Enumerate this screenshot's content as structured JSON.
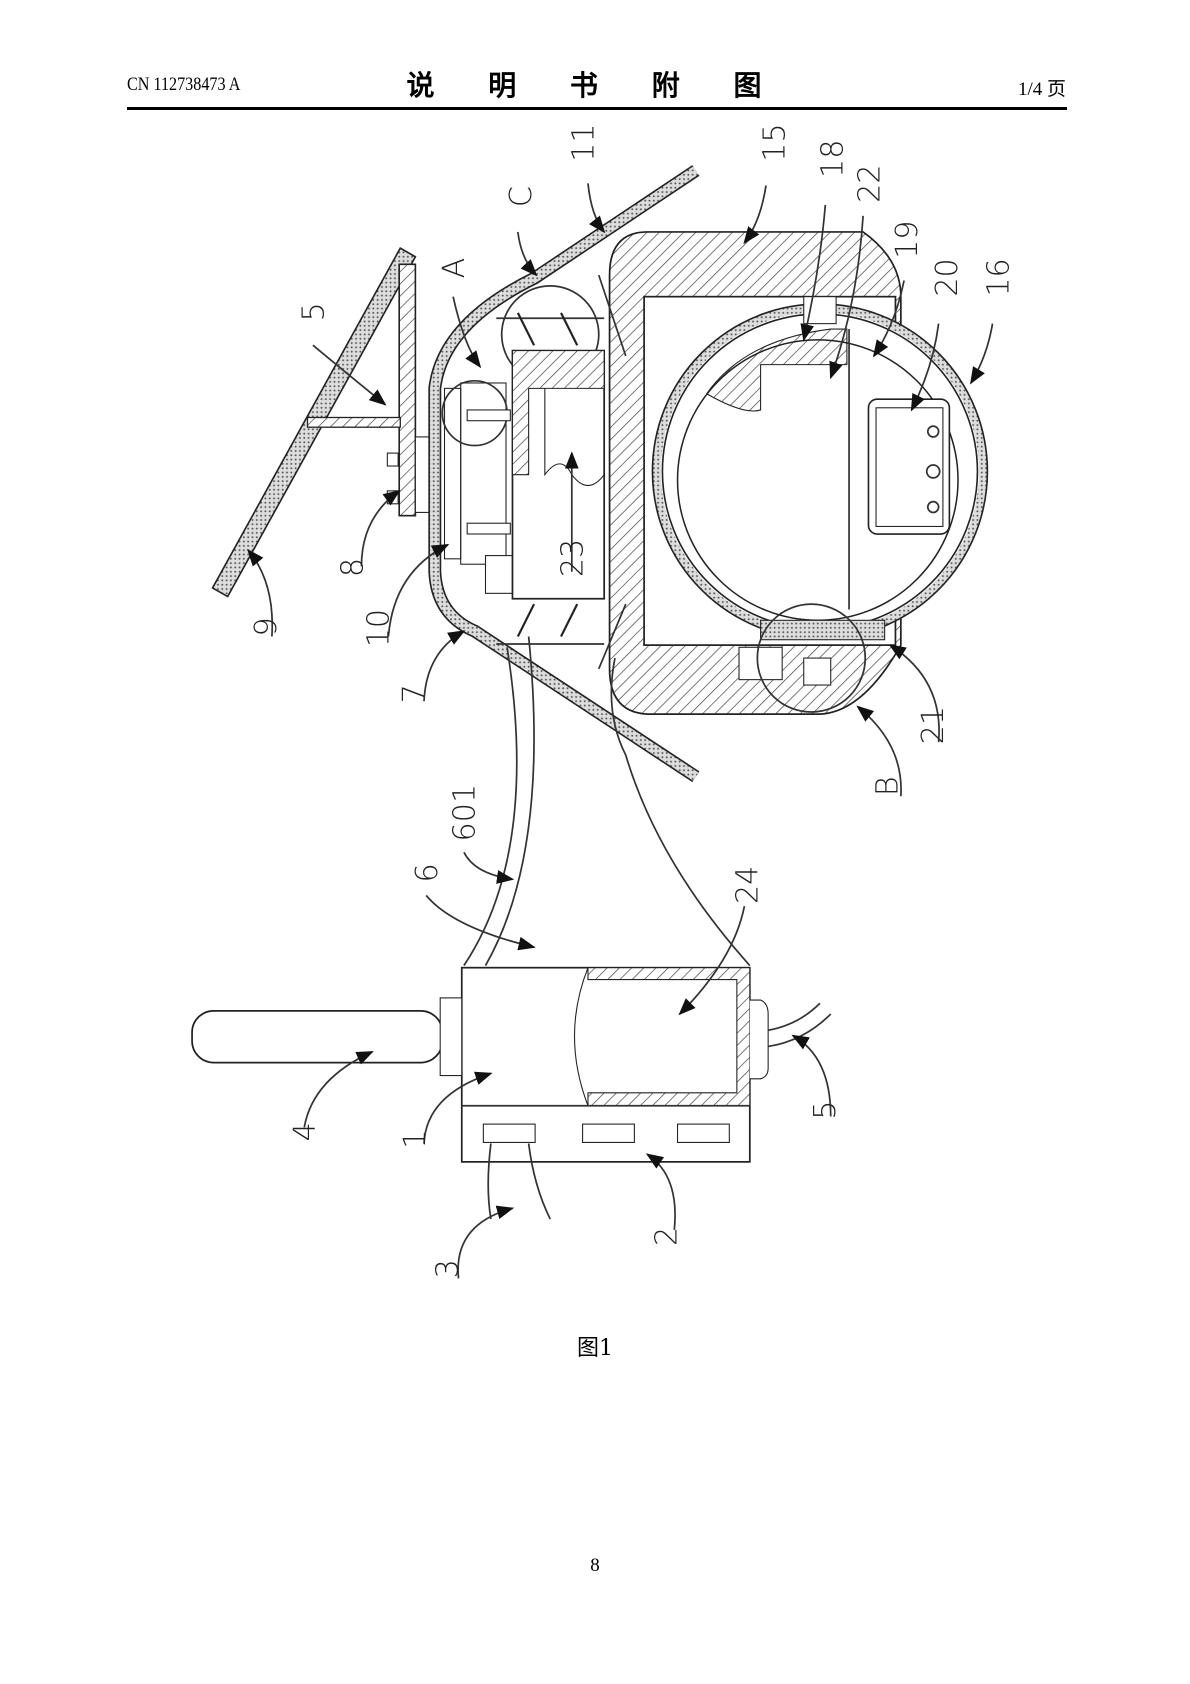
{
  "header": {
    "doc_number": "CN 112738473 A",
    "title": "说 明 书 附 图",
    "page_count": "1/4 页"
  },
  "figure": {
    "labels": {
      "l11": "11",
      "l15": "15",
      "l18": "18",
      "l22": "22",
      "l19": "19",
      "l20": "20",
      "l16": "16",
      "lC": "C",
      "lA": "A",
      "l5a": "5",
      "l8": "8",
      "l9": "9",
      "l10": "10",
      "l7": "7",
      "l21": "21",
      "lB": "B",
      "l601": "601",
      "l6": "6",
      "l24": "24",
      "l23": "23",
      "l4": "4",
      "l1": "1",
      "l5b": "5",
      "l2": "2",
      "l3": "3"
    },
    "caption": "图1"
  },
  "footer": {
    "page_number": "8"
  }
}
